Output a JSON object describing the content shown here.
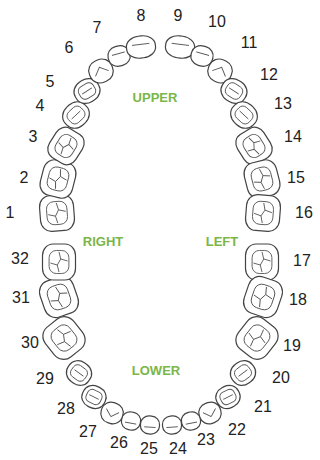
{
  "diagram": {
    "labels": [
      "1",
      "2",
      "3",
      "4",
      "5",
      "6",
      "7",
      "8",
      "9",
      "10",
      "11",
      "12",
      "13",
      "14",
      "15",
      "16",
      "17",
      "18",
      "19",
      "20",
      "21",
      "22",
      "23",
      "24",
      "25",
      "26",
      "27",
      "28",
      "29",
      "30",
      "31",
      "32",
      "UPPER",
      "RIGHT",
      "LEFT",
      "LOWER"
    ]
  }
}
